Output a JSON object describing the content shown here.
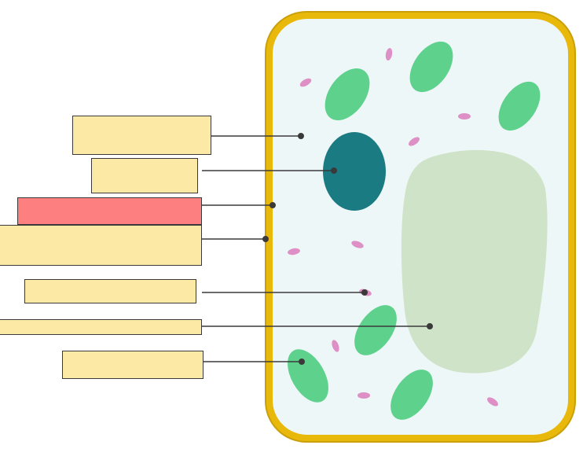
{
  "colors": {
    "label_fill": "#fde9a6",
    "highlight_fill": "#fd7f7f",
    "cell_wall": "#e8b80a",
    "cytoplasm": "#eef7f8",
    "nucleus": "#1b7b83",
    "chloroplast": "#5ed18d",
    "vacuole": "#cfe3c9",
    "small_organelle": "#de8fc5",
    "leader_line": "#3a3a3a"
  },
  "icons": [
    "cell-wall",
    "cell-membrane",
    "nucleus",
    "chloroplast",
    "vacuole",
    "small-organelle"
  ],
  "labels": [
    {
      "text": "",
      "highlighted": false
    },
    {
      "text": "",
      "highlighted": false
    },
    {
      "text": "",
      "highlighted": true
    },
    {
      "text": "",
      "highlighted": false
    },
    {
      "text": "",
      "highlighted": false
    },
    {
      "text": "",
      "highlighted": false
    },
    {
      "text": "",
      "highlighted": false
    }
  ]
}
